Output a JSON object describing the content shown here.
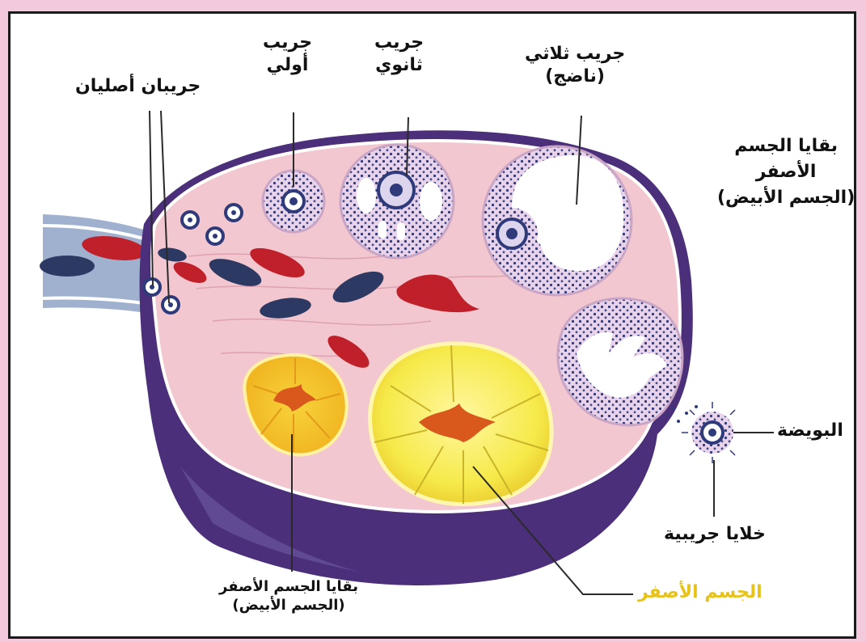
{
  "labels": {
    "primordial": "جريبان أصليان",
    "primary": [
      "جريب",
      "أولي"
    ],
    "secondary": [
      "جريب",
      "ثانوي"
    ],
    "tertiary": [
      "جريب ثلاثي",
      "(ناضج)"
    ],
    "corpus_albicans_right": [
      "بقايا الجسم",
      "الأصفر",
      "(الجسم الأبيض)"
    ],
    "ovum": "البويضة",
    "granulosa": "خلايا جريبية",
    "corpus_luteum": "الجسم الأصفر",
    "corpus_albicans_bottom": [
      "بقايا الجسم الأصفر",
      "(الجسم الأبيض)"
    ]
  },
  "colors": {
    "background": "#f3c9dd",
    "stroma": "#f2c7cf",
    "capsule": "#4b2f7a",
    "corpus_luteum": "#f5e84a",
    "corpus_core": "#d9581b",
    "vessel_red": "#c0202a",
    "vessel_blue": "#2c3a63",
    "follicle_cells": "#2f3a7a",
    "corpus_luteum_label": "#e6c21a"
  }
}
